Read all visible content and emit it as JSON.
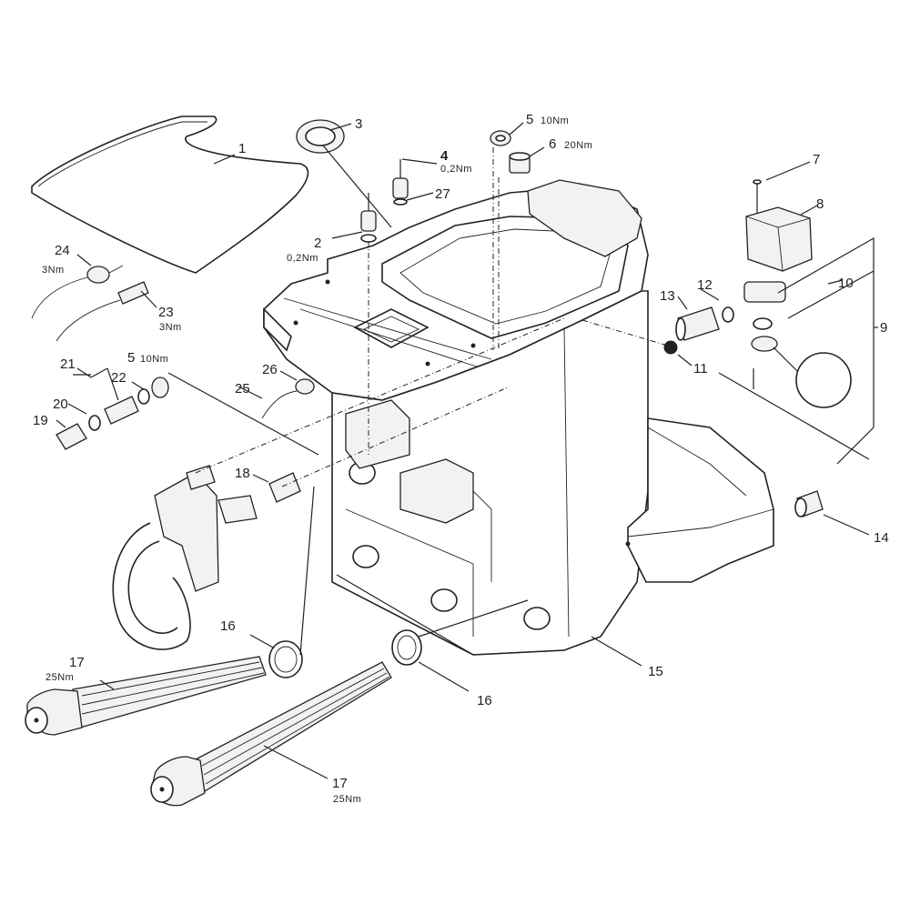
{
  "callouts": [
    {
      "id": "c1",
      "num": "1",
      "torque": ""
    },
    {
      "id": "c2",
      "num": "2",
      "torque": "0,2Nm"
    },
    {
      "id": "c3",
      "num": "3",
      "torque": ""
    },
    {
      "id": "c4",
      "num": "4",
      "torque": "0,2Nm"
    },
    {
      "id": "c5a",
      "num": "5",
      "torque": "10Nm"
    },
    {
      "id": "c5b",
      "num": "5",
      "torque": "10Nm"
    },
    {
      "id": "c6",
      "num": "6",
      "torque": "20Nm"
    },
    {
      "id": "c7",
      "num": "7",
      "torque": ""
    },
    {
      "id": "c8",
      "num": "8",
      "torque": ""
    },
    {
      "id": "c9",
      "num": "9",
      "torque": ""
    },
    {
      "id": "c10",
      "num": "10",
      "torque": ""
    },
    {
      "id": "c11",
      "num": "11",
      "torque": ""
    },
    {
      "id": "c12",
      "num": "12",
      "torque": ""
    },
    {
      "id": "c13",
      "num": "13",
      "torque": ""
    },
    {
      "id": "c14",
      "num": "14",
      "torque": ""
    },
    {
      "id": "c15",
      "num": "15",
      "torque": ""
    },
    {
      "id": "c16a",
      "num": "16",
      "torque": ""
    },
    {
      "id": "c16b",
      "num": "16",
      "torque": ""
    },
    {
      "id": "c17a",
      "num": "17",
      "torque": "25Nm"
    },
    {
      "id": "c17b",
      "num": "17",
      "torque": "25Nm"
    },
    {
      "id": "c18",
      "num": "18",
      "torque": ""
    },
    {
      "id": "c19",
      "num": "19",
      "torque": ""
    },
    {
      "id": "c20",
      "num": "20",
      "torque": ""
    },
    {
      "id": "c21",
      "num": "21",
      "torque": ""
    },
    {
      "id": "c22",
      "num": "22",
      "torque": ""
    },
    {
      "id": "c23",
      "num": "23",
      "torque": "3Nm"
    },
    {
      "id": "c24",
      "num": "24",
      "torque": "3Nm"
    },
    {
      "id": "c25",
      "num": "25",
      "torque": ""
    },
    {
      "id": "c26",
      "num": "26",
      "torque": ""
    },
    {
      "id": "c27",
      "num": "27",
      "torque": ""
    }
  ]
}
